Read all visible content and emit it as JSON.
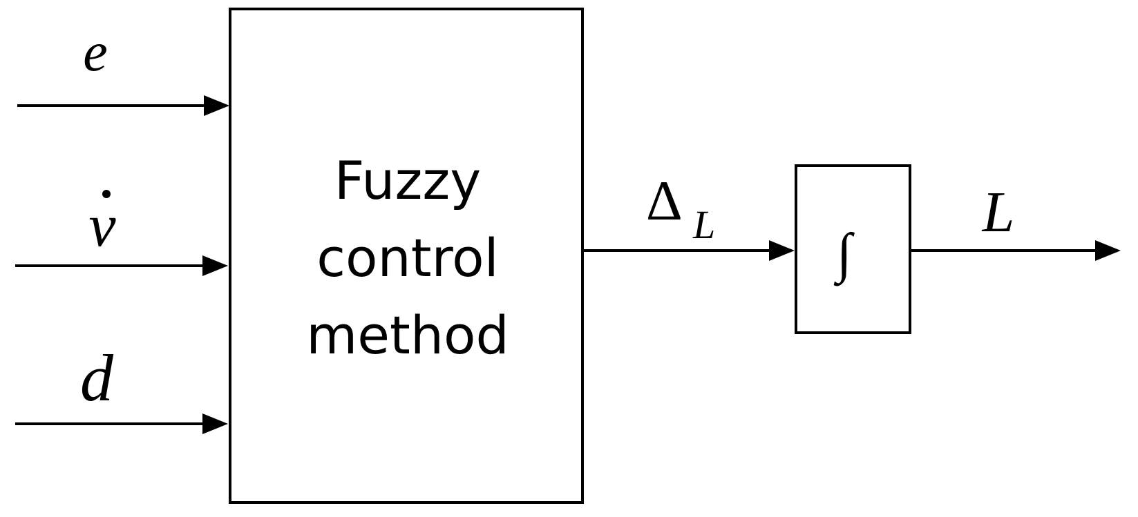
{
  "inputs": {
    "e": "e",
    "v": "v",
    "v_dot": "̇",
    "d": "d"
  },
  "fuzzy_block": {
    "line1": "Fuzzy",
    "line2": "control",
    "line3": "method"
  },
  "delta": {
    "symbol": "Δ",
    "subscript": "L"
  },
  "integrator": {
    "symbol": "∫"
  },
  "output": {
    "symbol": "L"
  }
}
